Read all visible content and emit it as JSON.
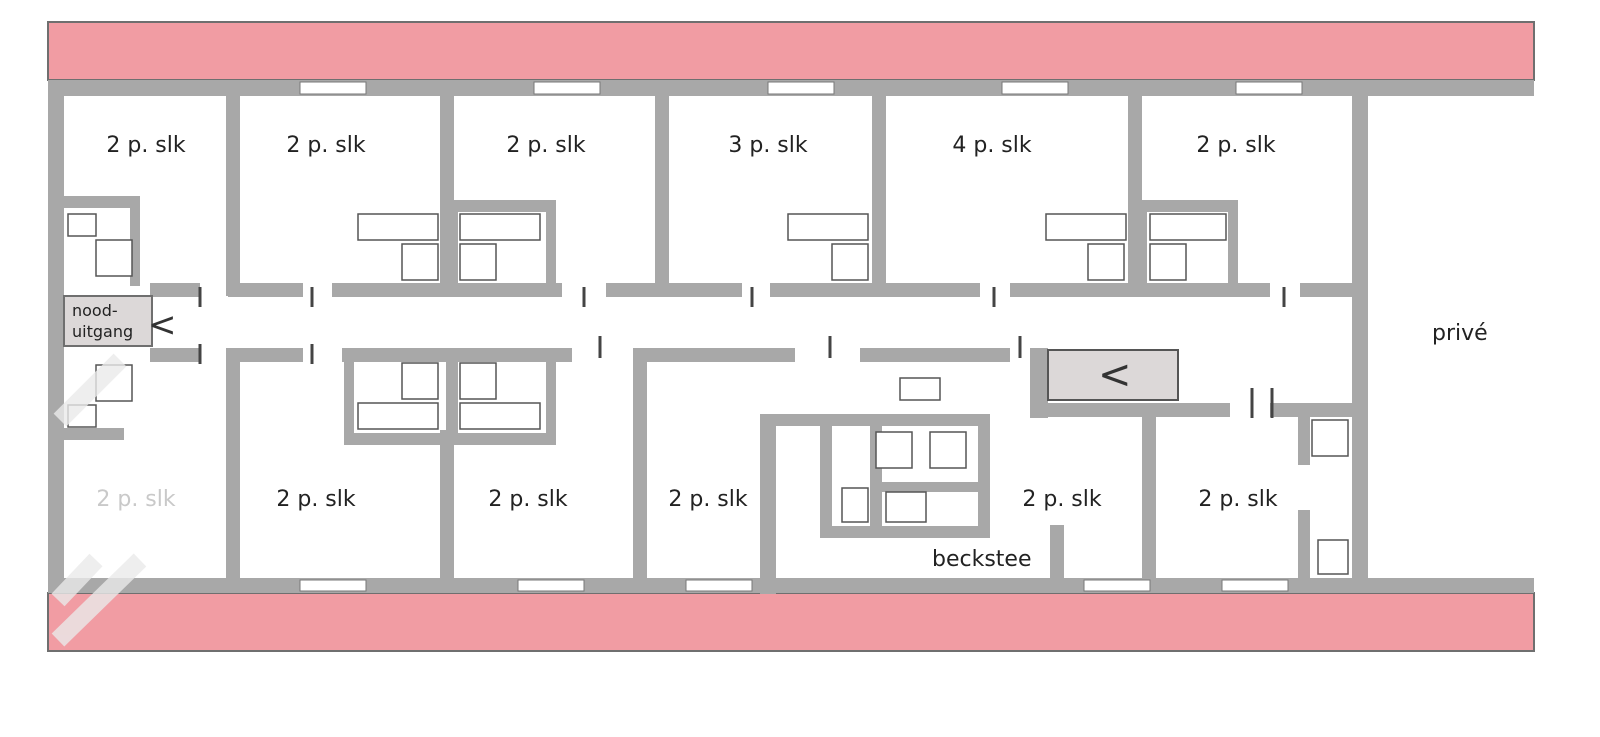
{
  "plan": {
    "colors": {
      "wall": "#a8a8a8",
      "wall_edge": "#8f8f8f",
      "outer_band": "#f19ca3",
      "room": "#ffffff",
      "block": "#dcd8d8"
    },
    "rooms_top": [
      {
        "label": "2 p. slk"
      },
      {
        "label": "2 p. slk"
      },
      {
        "label": "2 p. slk"
      },
      {
        "label": "3 p. slk"
      },
      {
        "label": "4 p. slk"
      },
      {
        "label": "2 p. slk"
      }
    ],
    "rooms_bottom": [
      {
        "label": "2 p. slk",
        "faint": true
      },
      {
        "label": "2 p. slk"
      },
      {
        "label": "2 p. slk"
      },
      {
        "label": "2 p. slk"
      },
      {
        "label": "2 p. slk"
      },
      {
        "label": "2 p. slk"
      }
    ],
    "exit": {
      "line1": "nood-",
      "line2": "uitgang",
      "arrow": "<"
    },
    "private_label": "privé",
    "pantry_label": "beckstee",
    "stair_arrow": "<"
  }
}
